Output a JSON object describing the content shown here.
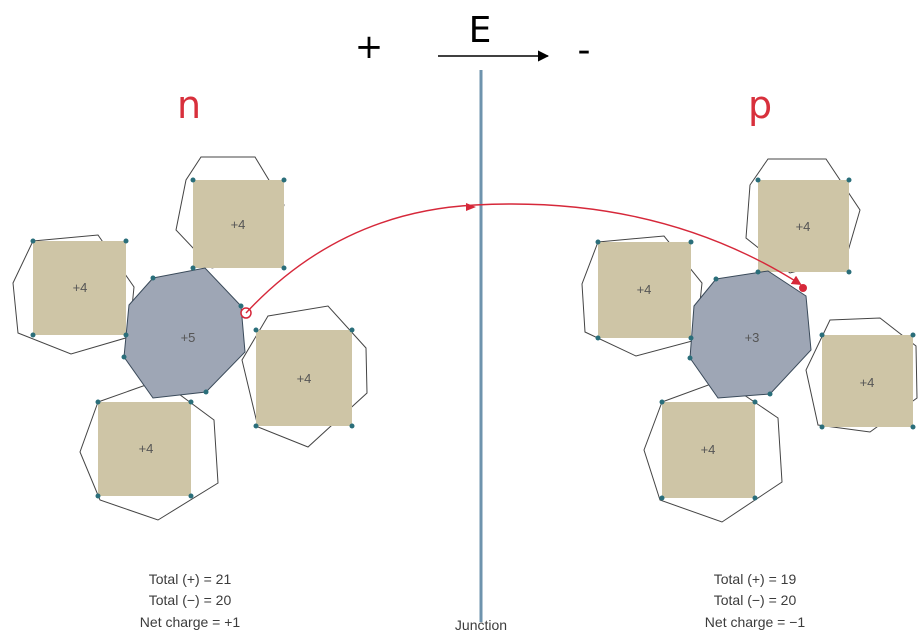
{
  "field": {
    "plus": "+",
    "label": "E",
    "minus": "-"
  },
  "regions": {
    "n": {
      "label": "n",
      "atoms": {
        "top": "+4",
        "left": "+4",
        "center": "+5",
        "right": "+4",
        "bottom": "+4"
      },
      "totals": [
        "Total (+) = 21",
        "Total (−) = 20",
        "Net charge = +1"
      ]
    },
    "p": {
      "label": "p",
      "atoms": {
        "top": "+4",
        "left": "+4",
        "center": "+3",
        "right": "+4",
        "bottom": "+4"
      },
      "totals": [
        "Total (+) = 19",
        "Total (−) = 20",
        "Net charge = −1"
      ]
    }
  },
  "junction_label": "Junction",
  "colors": {
    "region_label": "#d8303c",
    "junction": "#6e93ad",
    "arrow": "#d6283a",
    "cell": "#cec5a6",
    "center_atom": "#9ea6b5",
    "electron": "#2a6e7a"
  }
}
